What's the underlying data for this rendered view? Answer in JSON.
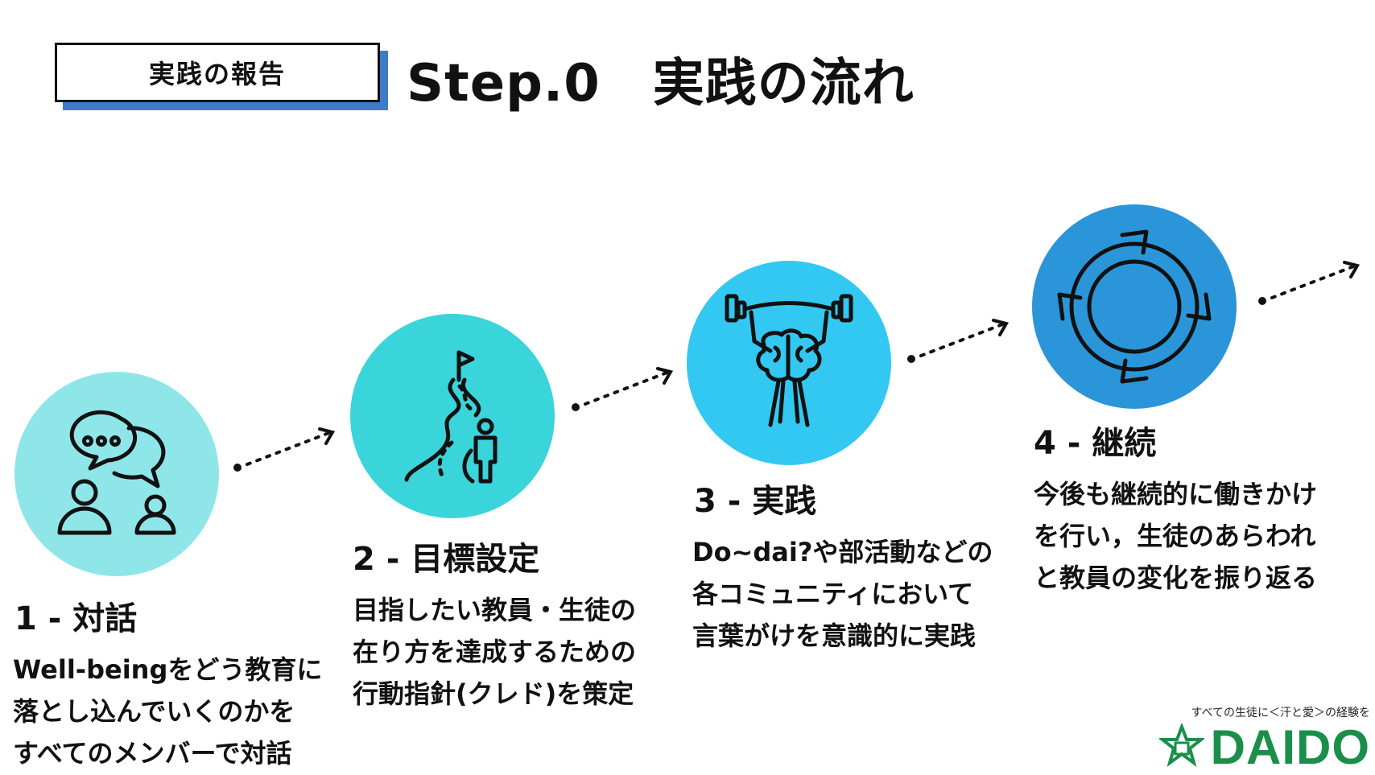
{
  "header": {
    "tag_label": "実践の報告",
    "title": "Step.0　実践の流れ"
  },
  "steps": [
    {
      "title": "1 - 対話",
      "body": [
        "Well-beingをどう教育に",
        "落とし込んでいくのかを",
        "すべてのメンバーで対話"
      ],
      "color": "#8fe6e8",
      "icon": "dialogue-icon"
    },
    {
      "title": "2 - 目標設定",
      "body": [
        "目指したい教員・生徒の",
        "在り方を達成するための",
        "行動指針(クレド)を策定"
      ],
      "color": "#3ad4db",
      "icon": "road-flag-icon"
    },
    {
      "title": "3 - 実践",
      "body": [
        "Do~dai?や部活動などの",
        "各コミュニティにおいて",
        "言葉がけを意識的に実践"
      ],
      "color": "#33c8f2",
      "icon": "brain-lifting-icon"
    },
    {
      "title": "4 - 継続",
      "body": [
        "今後も継続的に働きかけ",
        "を行い，生徒のあらわれ",
        "と教員の変化を振り返る"
      ],
      "color": "#2a96d9",
      "icon": "cycle-arrows-icon"
    }
  ],
  "brand": {
    "motto": "すべての生徒に＜汗と愛＞の経験を",
    "logo": "DAIDO",
    "color": "#1a8f4a"
  }
}
